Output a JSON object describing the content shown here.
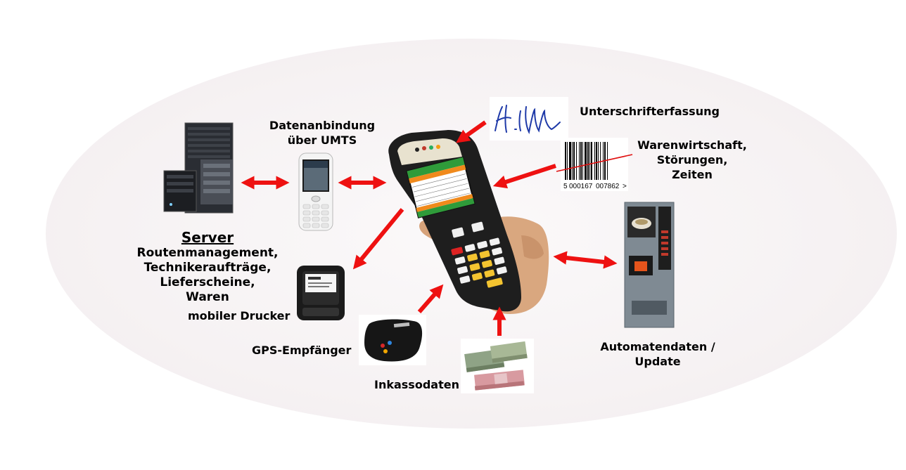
{
  "labels": {
    "server_title": "Server",
    "server_lines": [
      "Routenmanagement,",
      "Technikeraufträge,",
      "Lieferscheine,",
      "Waren"
    ],
    "connection": [
      "Datenanbindung",
      "über UMTS"
    ],
    "signature": "Unterschrifterfassung",
    "inventory": [
      "Warenwirtschaft,",
      "Störungen,",
      "Zeiten"
    ],
    "printer": "mobiler Drucker",
    "gps": "GPS-Empfänger",
    "cash": "Inkassodaten",
    "vending": [
      "Automatendaten /",
      "Update"
    ]
  },
  "barcode": {
    "digits_first": "5",
    "digits_mid": "000167",
    "digits_end": "007862",
    "chevron": ">"
  },
  "colors": {
    "arrow": "#ee1111",
    "device_body": "#1e1e1e",
    "screen_green": "#2f9b3a",
    "screen_orange": "#f08a1c",
    "signature_ink": "#1f3aa8"
  }
}
